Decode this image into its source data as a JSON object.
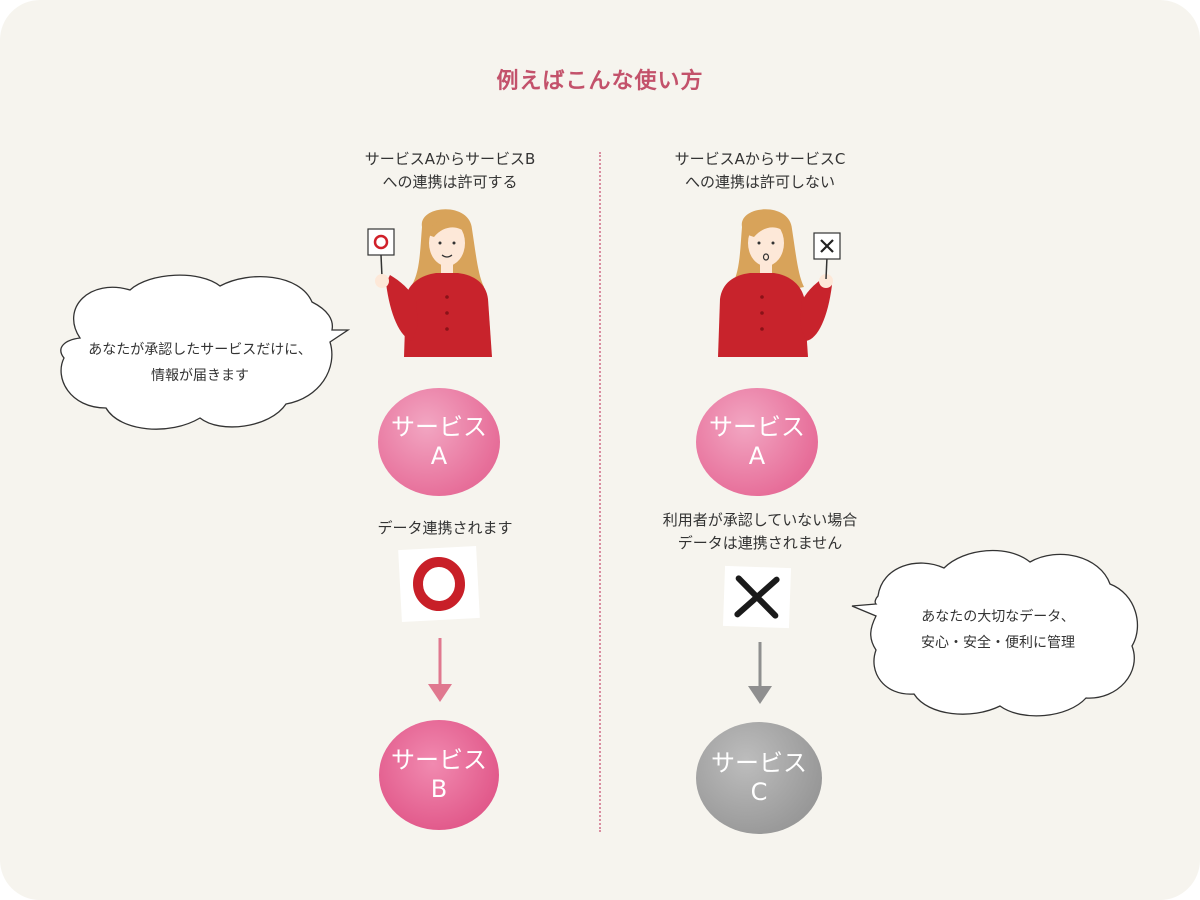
{
  "title": "例えばこんな使い方",
  "left": {
    "caption_line1": "サービスAからサービスB",
    "caption_line2": "への連携は許可する",
    "sign_icon": "circle-icon",
    "bubble_line1": "あなたが承認したサービスだけに、",
    "bubble_line2": "情報が届きます",
    "service_a_line1": "サービス",
    "service_a_line2": "A",
    "data_caption": "データ連携されます",
    "result_icon": "maru-circle-icon",
    "service_b_line1": "サービス",
    "service_b_line2": "B"
  },
  "right": {
    "caption_line1": "サービスAからサービスC",
    "caption_line2": "への連携は許可しない",
    "sign_icon": "cross-icon",
    "service_a_line1": "サービス",
    "service_a_line2": "A",
    "data_caption_line1": "利用者が承認していない場合",
    "data_caption_line2": "データは連携されません",
    "result_icon": "batsu-cross-icon",
    "bubble_line1": "あなたの大切なデータ、",
    "bubble_line2": "安心・安全・便利に管理",
    "service_c_line1": "サービス",
    "service_c_line2": "C"
  },
  "colors": {
    "accent": "#c3526b",
    "pink": "#e76f9a",
    "gray": "#9a9a9a",
    "background": "#f6f4ee"
  }
}
